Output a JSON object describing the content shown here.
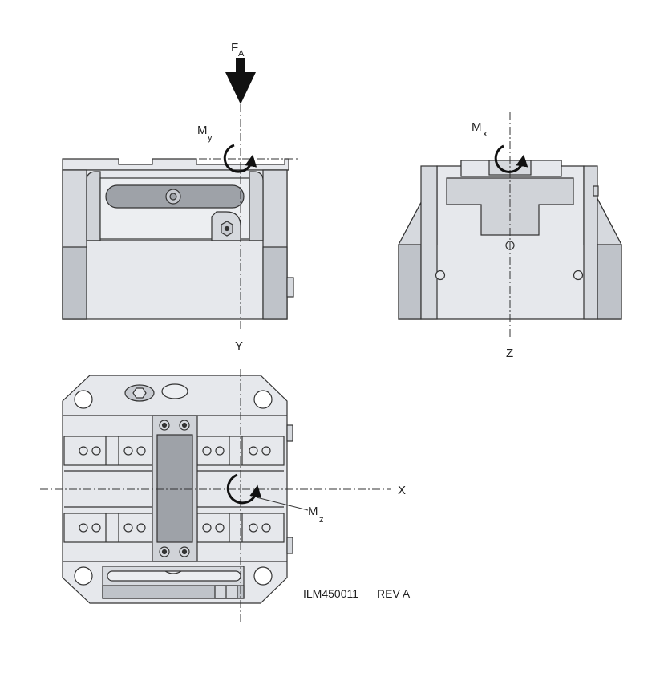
{
  "labels": {
    "force": "F",
    "force_sub": "A",
    "moment_y": "M",
    "moment_y_sub": "y",
    "moment_x": "M",
    "moment_x_sub": "x",
    "moment_z": "M",
    "moment_z_sub": "z",
    "axis_y": "Y",
    "axis_z": "Z",
    "axis_x": "X",
    "drawing_number": "ILM450011",
    "revision": "REV A"
  },
  "colors": {
    "body_fill": "#e6e8ec",
    "shade_fill": "#c7cad0",
    "dark_fill": "#9ea2a8",
    "stroke": "#333333",
    "ink": "#111111"
  }
}
